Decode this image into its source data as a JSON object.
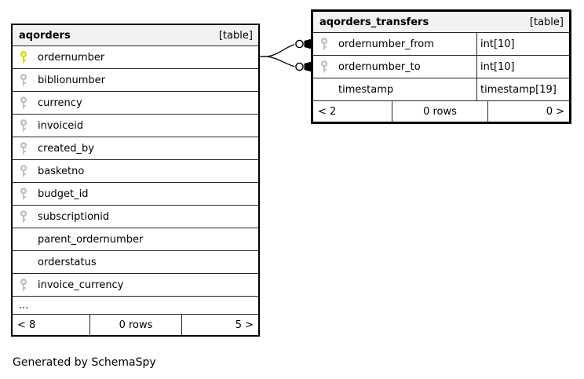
{
  "page": {
    "note": "Generated by SchemaSpy"
  },
  "colors": {
    "primary_key_icon": "#d9d900",
    "foreign_key_icon": "#c0c0c0",
    "header_bg": "#f2f2f2",
    "border": "#000000"
  },
  "tables": {
    "aqorders": {
      "title": "aqorders",
      "badge": "[table]",
      "columns": [
        {
          "name": "ordernumber",
          "key": "primary"
        },
        {
          "name": "biblionumber",
          "key": "foreign"
        },
        {
          "name": "currency",
          "key": "foreign"
        },
        {
          "name": "invoiceid",
          "key": "foreign"
        },
        {
          "name": "created_by",
          "key": "foreign"
        },
        {
          "name": "basketno",
          "key": "foreign"
        },
        {
          "name": "budget_id",
          "key": "foreign"
        },
        {
          "name": "subscriptionid",
          "key": "foreign"
        },
        {
          "name": "parent_ordernumber",
          "key": "none"
        },
        {
          "name": "orderstatus",
          "key": "none"
        },
        {
          "name": "invoice_currency",
          "key": "foreign"
        }
      ],
      "ellipsis": "...",
      "pager": {
        "prev": "< 8",
        "rows": "0 rows",
        "next": "5 >"
      }
    },
    "aqorders_transfers": {
      "title": "aqorders_transfers",
      "badge": "[table]",
      "columns": [
        {
          "name": "ordernumber_from",
          "type": "int[10]",
          "key": "foreign"
        },
        {
          "name": "ordernumber_to",
          "type": "int[10]",
          "key": "foreign"
        },
        {
          "name": "timestamp",
          "type": "timestamp[19]",
          "key": "none"
        }
      ],
      "pager": {
        "prev": "< 2",
        "rows": "0 rows",
        "next": "0 >"
      }
    }
  },
  "relationships": [
    {
      "from": "aqorders.ordernumber",
      "to": "aqorders_transfers.ordernumber_from"
    },
    {
      "from": "aqorders.ordernumber",
      "to": "aqorders_transfers.ordernumber_to"
    }
  ]
}
